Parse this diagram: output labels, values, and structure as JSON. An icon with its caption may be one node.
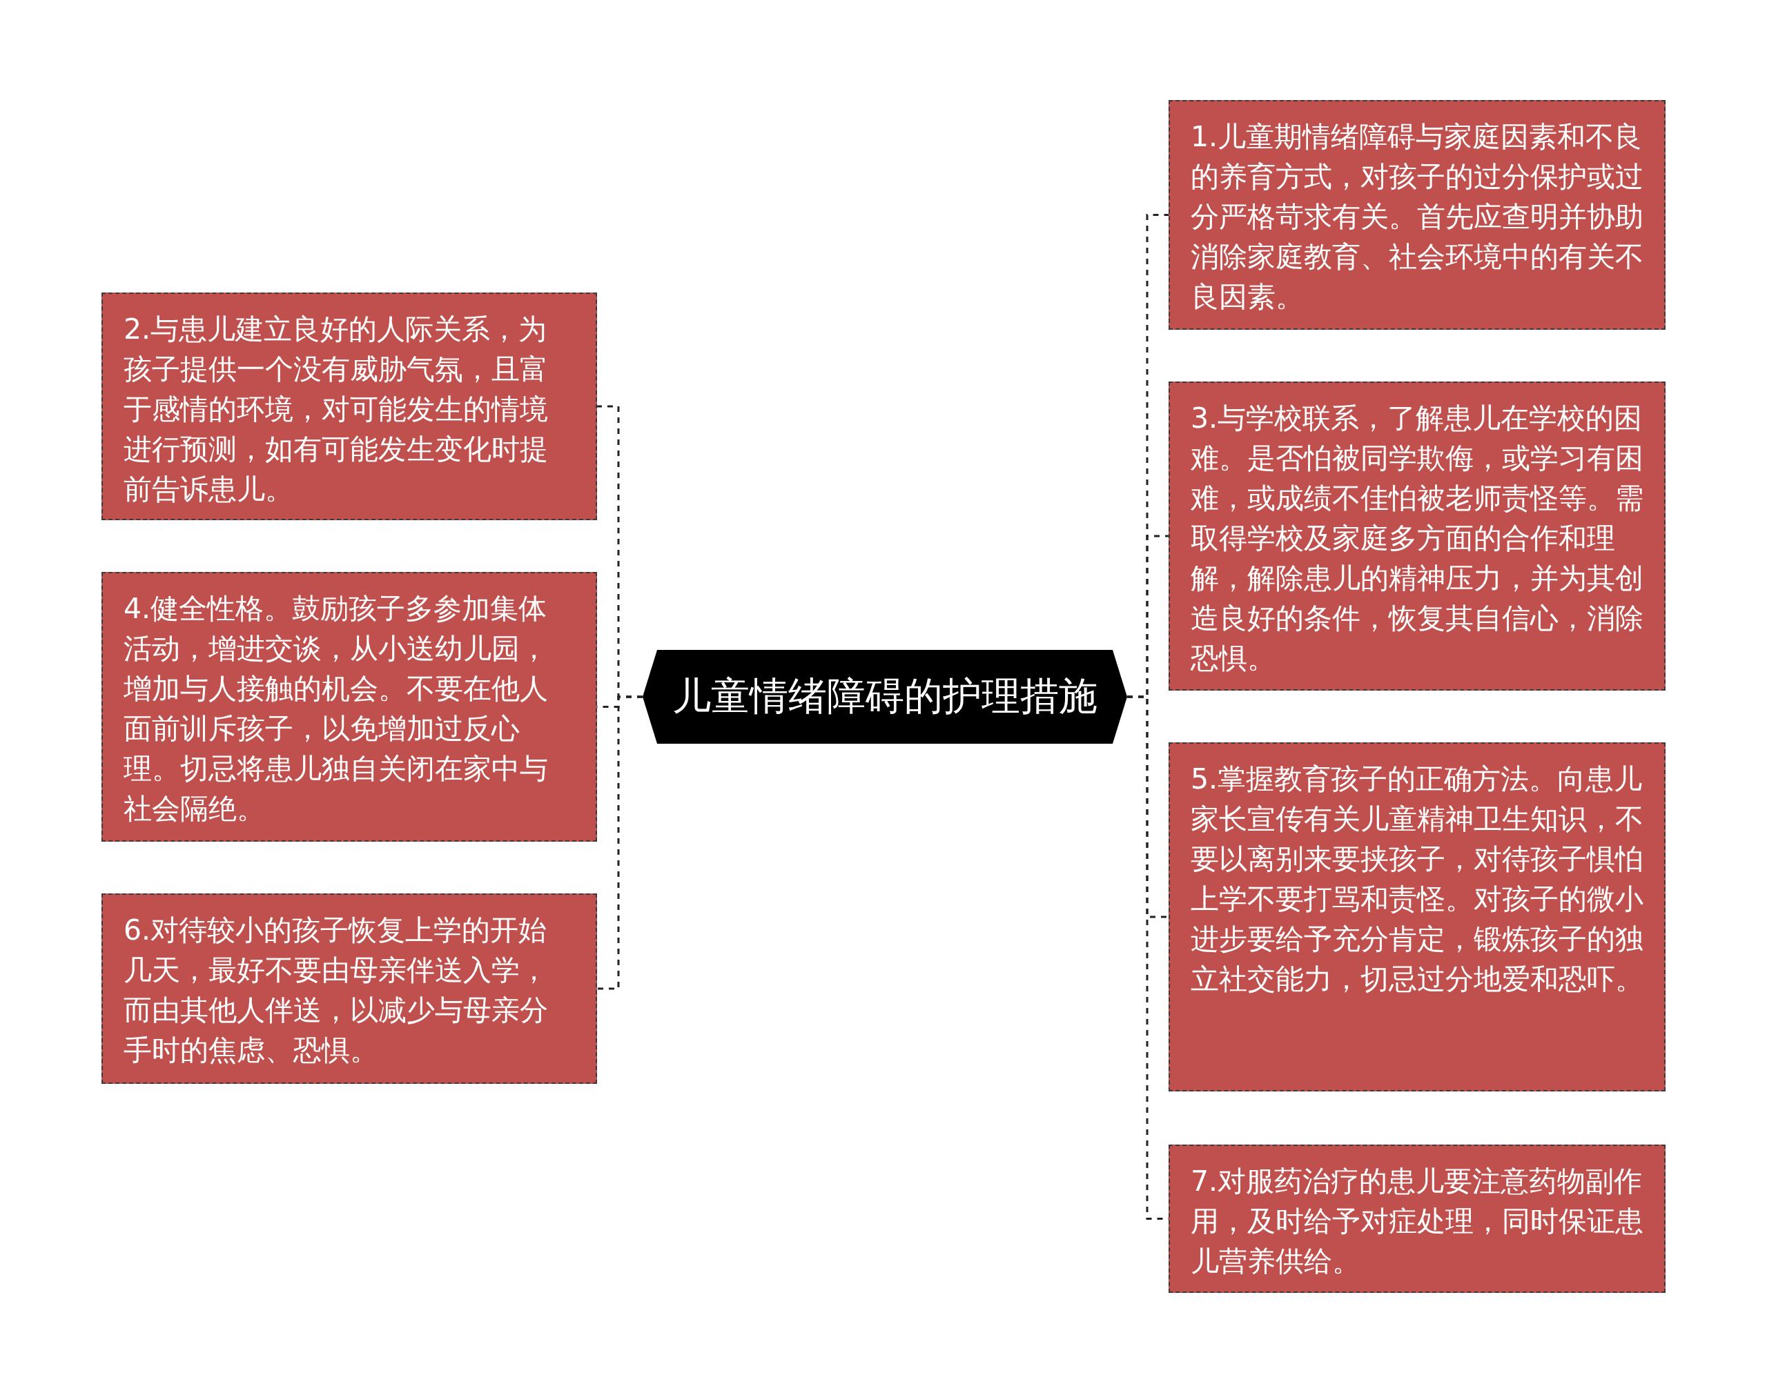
{
  "diagram": {
    "nodes": [
      {
        "text": [
          "儿童情绪障碍的护理措施"
        ]
      },
      {
        "text": [
          "1.儿童期情绪障碍与家庭因素和不良的养育方式，对孩子的过分保护或过分严格苛求有关。首先应查明并协助消除家庭教育、社会环境中的有关不良因素。"
        ]
      },
      {
        "text": [
          "2.与患儿建立良好的人际关系，为孩子提供一个没有威胁气氛，且富于感情的环境，对可能发生的情境进行预测，如有可能发生变化时提前告诉患儿。"
        ]
      },
      {
        "text": [
          "3.与学校联系，了解患儿在学校的困难。是否怕被同学欺侮，或学习有困难，或成绩不佳怕被老师责怪等。需取得学校及家庭多方面的合作和理解，解除患儿的精神压力，并为其创造良好的条件，恢复其自信心，消除恐惧。"
        ]
      },
      {
        "text": [
          "4.健全性格。鼓励孩子多参加集体活动，增进交谈，从小送幼儿园，增加与人接触的机会。不要在他人面前训斥孩子，以免增加过反心理。切忌将患儿独自关闭在家中与社会隔绝。"
        ]
      },
      {
        "text": [
          "5.掌握教育孩子的正确方法。向患儿家长宣传有关儿童精神卫生知识，不要以离别来要挟孩子，对待孩子惧怕上学不要打骂和责怪。对孩子的微小进步要给予充分肯定，锻炼孩子的独立社交能力，切忌过分地爱和恐吓。"
        ]
      },
      {
        "text": [
          "6.对待较小的孩子恢复上学的开始几天，最好不要由母亲伴送入学，而由其他人伴送，以减少与母亲分手时的焦虑、恐惧。"
        ]
      },
      {
        "text": [
          "7.对服药治疗的患儿要注意药物副作用，及时给予对症处理，同时保证患儿营养供给。"
        ]
      }
    ],
    "edges": [
      {
        "from": 0,
        "to": 1,
        "arrow": "none",
        "style": "dashed"
      },
      {
        "from": 0,
        "to": 2,
        "arrow": "none",
        "style": "dashed"
      },
      {
        "from": 0,
        "to": 3,
        "arrow": "none",
        "style": "dashed"
      },
      {
        "from": 0,
        "to": 4,
        "arrow": "none",
        "style": "dashed"
      },
      {
        "from": 0,
        "to": 5,
        "arrow": "none",
        "style": "dashed"
      },
      {
        "from": 0,
        "to": 6,
        "arrow": "none",
        "style": "dashed"
      },
      {
        "from": 0,
        "to": 7,
        "arrow": "none",
        "style": "dashed"
      }
    ]
  }
}
